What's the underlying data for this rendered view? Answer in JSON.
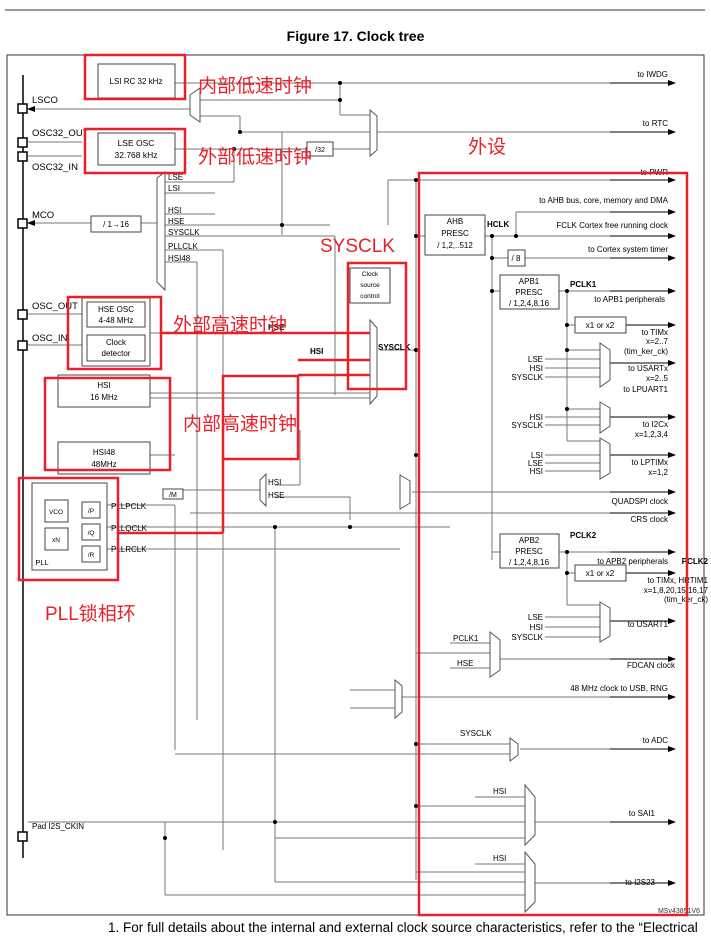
{
  "figure": {
    "title": "Figure 17. Clock tree",
    "footnote": "1.   For full details about the internal and external clock source characteristics, refer to the “Electrical",
    "ref_code": "MSv43851V6"
  },
  "pins": {
    "lsco": "LSCO",
    "osc32_out": "OSC32_OUT",
    "osc32_in": "OSC32_IN",
    "mco": "MCO",
    "osc_out": "OSC_OUT",
    "osc_in": "OSC_IN",
    "i2s_ckin": "Pad I2S_CKIN"
  },
  "blocks": {
    "lsi": [
      "LSI RC 32 kHz"
    ],
    "lse": [
      "LSE OSC",
      "32.768 kHz"
    ],
    "hse": [
      "HSE OSC",
      "4-48 MHz"
    ],
    "clock_detector": [
      "Clock",
      "detector"
    ],
    "hsi": [
      "HSI",
      "16 MHz"
    ],
    "hsi48": [
      "HSI48",
      "48MHz"
    ],
    "mco_div": "/ 1→16",
    "rtc_div": "/32",
    "pll_m": "/M",
    "pll_vco": "VCO",
    "pll_xn": "xN",
    "pll_p": "/P",
    "pll_q": "/Q",
    "pll_r": "/R",
    "pll_label": "PLL",
    "clock_source_control": [
      "Clock",
      "source",
      "control"
    ],
    "ahb_presc": [
      "AHB",
      "PRESC",
      "/ 1,2,..512"
    ],
    "div8": "/ 8",
    "apb1_presc": [
      "APB1",
      "PRESC",
      "/ 1,2,4,8,16"
    ],
    "apb2_presc": [
      "APB2",
      "PRESC",
      "/ 1,2,4,8,16"
    ],
    "x1x2_a": "x1 or x2",
    "x1x2_b": "x1 or x2"
  },
  "signals": {
    "mco_mux_inputs": [
      "LSE",
      "LSI",
      "HSI",
      "HSE",
      "SYSCLK",
      "PLLCLK",
      "HSI48"
    ],
    "hse": "HSE",
    "hsi": "HSI",
    "sysclk": "SYSCLK",
    "hclk": "HCLK",
    "pclk1": "PCLK1",
    "pclk2": "PCLK2",
    "pllpclk": "PLLPCLK",
    "pllqclk": "PLLQCLK",
    "pllrclk": "PLLRCLK",
    "pll_src_inputs": [
      "HSI",
      "HSE"
    ],
    "usartx_inputs": [
      "LSE",
      "HSI",
      "SYSCLK"
    ],
    "i2c_inputs": [
      "HSI",
      "SYSCLK"
    ],
    "lptim_inputs": [
      "LSI",
      "LSE",
      "HSI"
    ],
    "usart1_inputs": [
      "LSE",
      "HSI",
      "SYSCLK"
    ],
    "fdcan_inputs": [
      "PCLK1",
      "HSE"
    ],
    "adc_input": "SYSCLK",
    "sai_input": "HSI",
    "i2s_input": "HSI"
  },
  "outputs": {
    "iwdg": "to IWDG",
    "rtc": "to RTC",
    "pwr": "to PWR",
    "ahb": "to AHB bus, core, memory and DMA",
    "fclk": "FCLK Cortex free running clock",
    "systimer": "to Cortex system timer",
    "apb1": "to APB1 peripherals",
    "timx1": [
      "to TIMx",
      "x=2..7",
      "(tim_ker_ck)"
    ],
    "usartx": [
      "to USARTx",
      "x=2..5",
      "to LPUART1"
    ],
    "i2cx": [
      "to I2Cx",
      "x=1,2,3,4"
    ],
    "lptimx": [
      "to LPTIMx",
      "x=1,2"
    ],
    "quadspi": "QUADSPI clock",
    "crs": "CRS clock",
    "apb2": "to APB2 peripherals",
    "apb2_bold": "PCLK2",
    "timx2": [
      "to TIMx, HRTIM1",
      "x=1,8,20,15,16,17",
      "(tim_ker_ck)"
    ],
    "usart1": "to USART1",
    "fdcan": "FDCAN clock",
    "usb": "48 MHz clock to USB, RNG",
    "adc": "to ADC",
    "sai1": "to SAI1",
    "i2s23": "to I2S23"
  },
  "annotations": {
    "lsi": "内部低速时钟",
    "lse": "外部低速时钟",
    "peripherals": "外设",
    "sysclk": "SYSCLK",
    "hse": "外部高速时钟",
    "hsi": "内部高速时钟",
    "pll": "PLL锁相环",
    "color": "#e8202a"
  }
}
